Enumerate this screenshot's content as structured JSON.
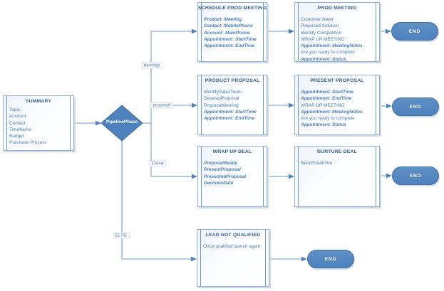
{
  "flow": {
    "summary": {
      "title": "SUMMARY",
      "lines": [
        {
          "t": "Topic"
        },
        {
          "t": "Account"
        },
        {
          "t": "Contact"
        },
        {
          "t": "Timeframe"
        },
        {
          "t": "Budget"
        },
        {
          "t": "Purchase Process"
        }
      ]
    },
    "decision": {
      "label": "PipelinePhase"
    },
    "branch_labels": {
      "develop": "develop",
      "proposal": "proposal",
      "close": "Close",
      "else": "ELSE"
    },
    "boxes": [
      {
        "title": "SCHEDULE PROD MEETING",
        "lines": [
          {
            "t": "Product: Meeting",
            "b": true
          },
          {
            "t": "Contact: MobilePhone",
            "b": true
          },
          {
            "t": "Account: MainPhone",
            "b": true
          },
          {
            "t": "Appointment: StartTime",
            "b": true
          },
          {
            "t": "Appointment: EndTime",
            "b": true
          }
        ]
      },
      {
        "title": "PROD MEETING",
        "lines": [
          {
            "t": "Customer Need"
          },
          {
            "t": "Proposed Solution"
          },
          {
            "t": "Identify Competition"
          },
          {
            "t": "WRAP UP MEETING"
          },
          {
            "t": "Appointment: MeetingNotes",
            "b": true
          },
          {
            "t": "Are you ready to complete"
          },
          {
            "t": "Appointment: Status",
            "b": true
          }
        ]
      },
      {
        "title": "PRODUCT PROPOSAL",
        "lines": [
          {
            "t": "IdentifySalesTeam"
          },
          {
            "t": "DevelopProposal"
          },
          {
            "t": "ProposalMeeting"
          },
          {
            "t": "Appointment: StartTime",
            "b": true
          },
          {
            "t": "Appointment: EndTime",
            "b": true
          }
        ]
      },
      {
        "title": "PRESENT PROPOSAL",
        "lines": [
          {
            "t": "Appointment: StartTime",
            "b": true
          },
          {
            "t": "Appointment: EndTime",
            "b": true
          },
          {
            "t": "WRAP UP MEETING"
          },
          {
            "t": "Appointment: MeetingNotes",
            "b": true
          },
          {
            "t": "Are you ready to complete"
          },
          {
            "t": "Appointment: Status",
            "b": true
          }
        ]
      },
      {
        "title": "WRAP UP DEAL",
        "lines": [
          {
            "t": "ProposalReady",
            "b": true
          },
          {
            "t": "PresentProposal",
            "b": true
          },
          {
            "t": "PresentedProposal",
            "b": true
          },
          {
            "t": "DecisionDate",
            "b": true
          }
        ]
      },
      {
        "title": "NURTURE DEAL",
        "lines": [
          {
            "t": "SendThankYou"
          }
        ]
      },
      {
        "title": "LEAD NOT QUALIFIED",
        "lines": [
          {
            "t": "Once qualified launch again"
          }
        ]
      }
    ],
    "terminators": [
      "END",
      "END",
      "END",
      "END"
    ],
    "colors": {
      "shape_fill": "#4f81bd",
      "shape_stroke": "#41719c",
      "connector": "#8aabd2",
      "arrowhead": "#4f81bd",
      "body_text": "#4a7ebc",
      "title_text": "#366092",
      "box_border": "#95b3d7"
    }
  }
}
